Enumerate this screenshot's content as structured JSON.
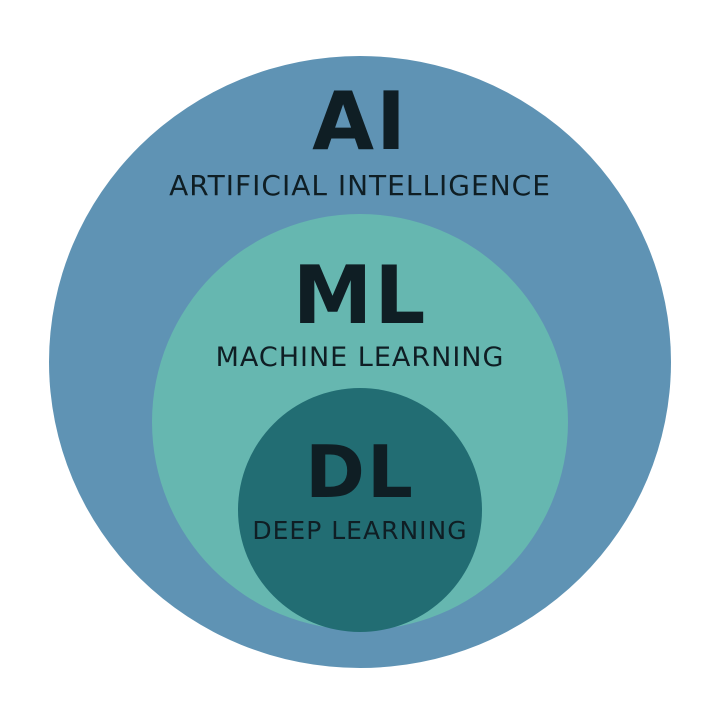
{
  "colors": {
    "outer_circle": "#5f93b4",
    "middle_circle": "#66b7b0",
    "inner_circle": "#226d73",
    "text": "#0f1e24"
  },
  "layers": [
    {
      "abbr": "AI",
      "label": "ARTIFICIAL INTELLIGENCE"
    },
    {
      "abbr": "ML",
      "label": "MACHINE LEARNING"
    },
    {
      "abbr": "DL",
      "label": "DEEP LEARNING"
    }
  ]
}
